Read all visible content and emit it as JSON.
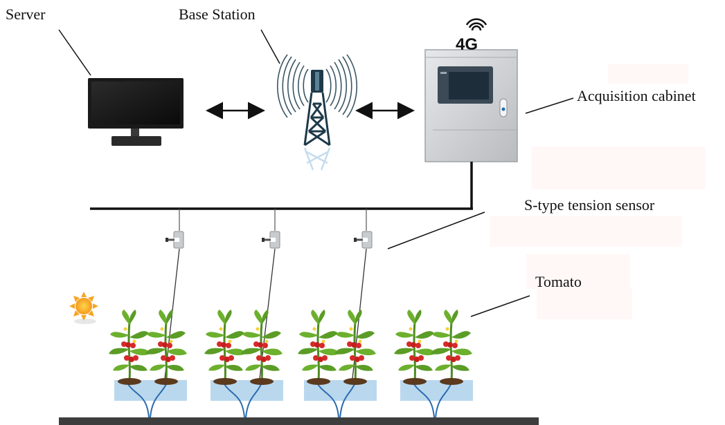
{
  "labels": {
    "server": "Server",
    "base_station": "Base Station",
    "acquisition_cabinet": "Acquisition cabinet",
    "sensor": "S-type tension sensor",
    "tomato": "Tomato"
  },
  "network_badge": "4G",
  "colors": {
    "wire": "#111111",
    "tower": "#1e3a4a",
    "cabinet": "#cfd2d4",
    "screen": "#22313f",
    "pot": "#b9d8ee",
    "root": "#2a6ab0",
    "leaf": "#5fa02a",
    "fruit": "#d62a2a",
    "soil": "#5b3a1e",
    "ground": "#3d3d3d",
    "sun": "#f5a623"
  },
  "icons": [
    "monitor-icon",
    "cell-tower-icon",
    "signal-icon",
    "sun-icon",
    "tension-sensor-icon",
    "tomato-plant-icon",
    "double-arrow-icon"
  ]
}
